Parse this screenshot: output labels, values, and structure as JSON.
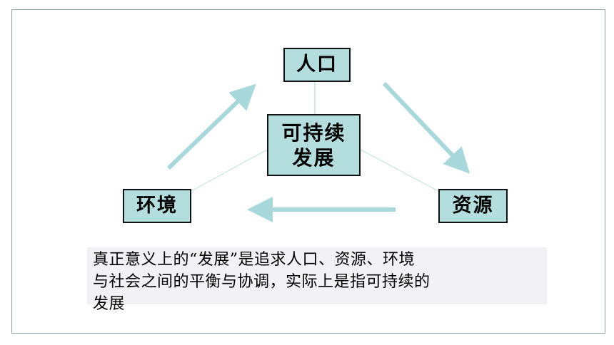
{
  "diagram": {
    "nodes": {
      "top": "人口",
      "center_line1": "可持续",
      "center_line2": "发展",
      "left": "环境",
      "right": "资源"
    },
    "caption_lines": [
      "真正意义上的“发展”是追求人口、资源、环境",
      "与社会之间的平衡与协调，实际上是指可持续的",
      "发展"
    ]
  },
  "colors": {
    "node_fill": "#b3dedd",
    "node_border": "#111111",
    "arrow": "#a8d8dc",
    "connector": "#c8e4e4",
    "frame_border": "#8fa0a8",
    "caption_bg": "#f1f1f6"
  }
}
